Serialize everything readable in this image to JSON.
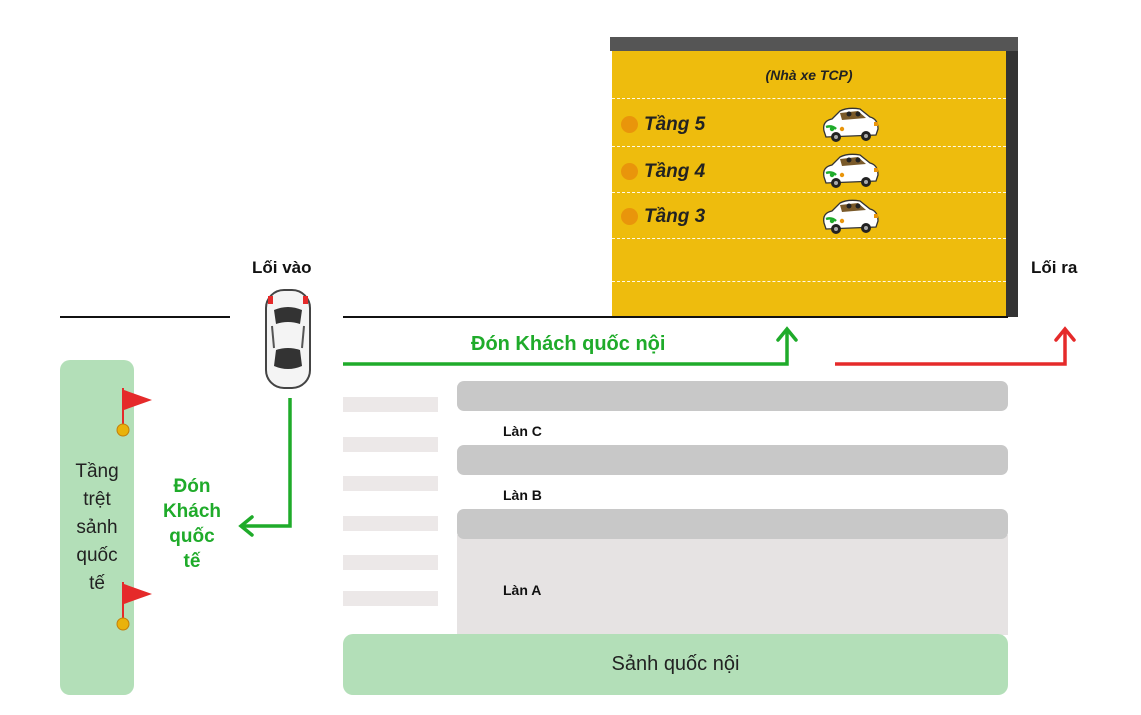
{
  "garage": {
    "title": "(Nhà xe TCP)",
    "floors": [
      {
        "label": "Tầng 5"
      },
      {
        "label": "Tầng 4"
      },
      {
        "label": "Tầng 3"
      }
    ]
  },
  "entrance_label": "Lối vào",
  "exit_label": "Lối ra",
  "domestic_pickup_label": "Đón Khách quốc nội",
  "international_pickup_lines": [
    "Đón",
    "Khách",
    "quốc",
    "tế"
  ],
  "ground_floor_lines": [
    "Tầng",
    "trệt",
    "sảnh",
    "quốc",
    "tế"
  ],
  "lanes": {
    "c": "Làn C",
    "b": "Làn B",
    "a": "Làn A"
  },
  "domestic_hall_label": "Sảnh quốc nội",
  "colors": {
    "garage_yellow": "#eebc0d",
    "pickup_green": "#1fab2a",
    "exit_red": "#e52a2a",
    "hall_green": "#b3dfb8",
    "flag_red": "#e52a2a"
  },
  "icons": [
    "car-top-view-icon",
    "taxi-icon",
    "flag-icon",
    "floor-dot-icon",
    "arrow-up-icon",
    "arrow-left-icon"
  ]
}
